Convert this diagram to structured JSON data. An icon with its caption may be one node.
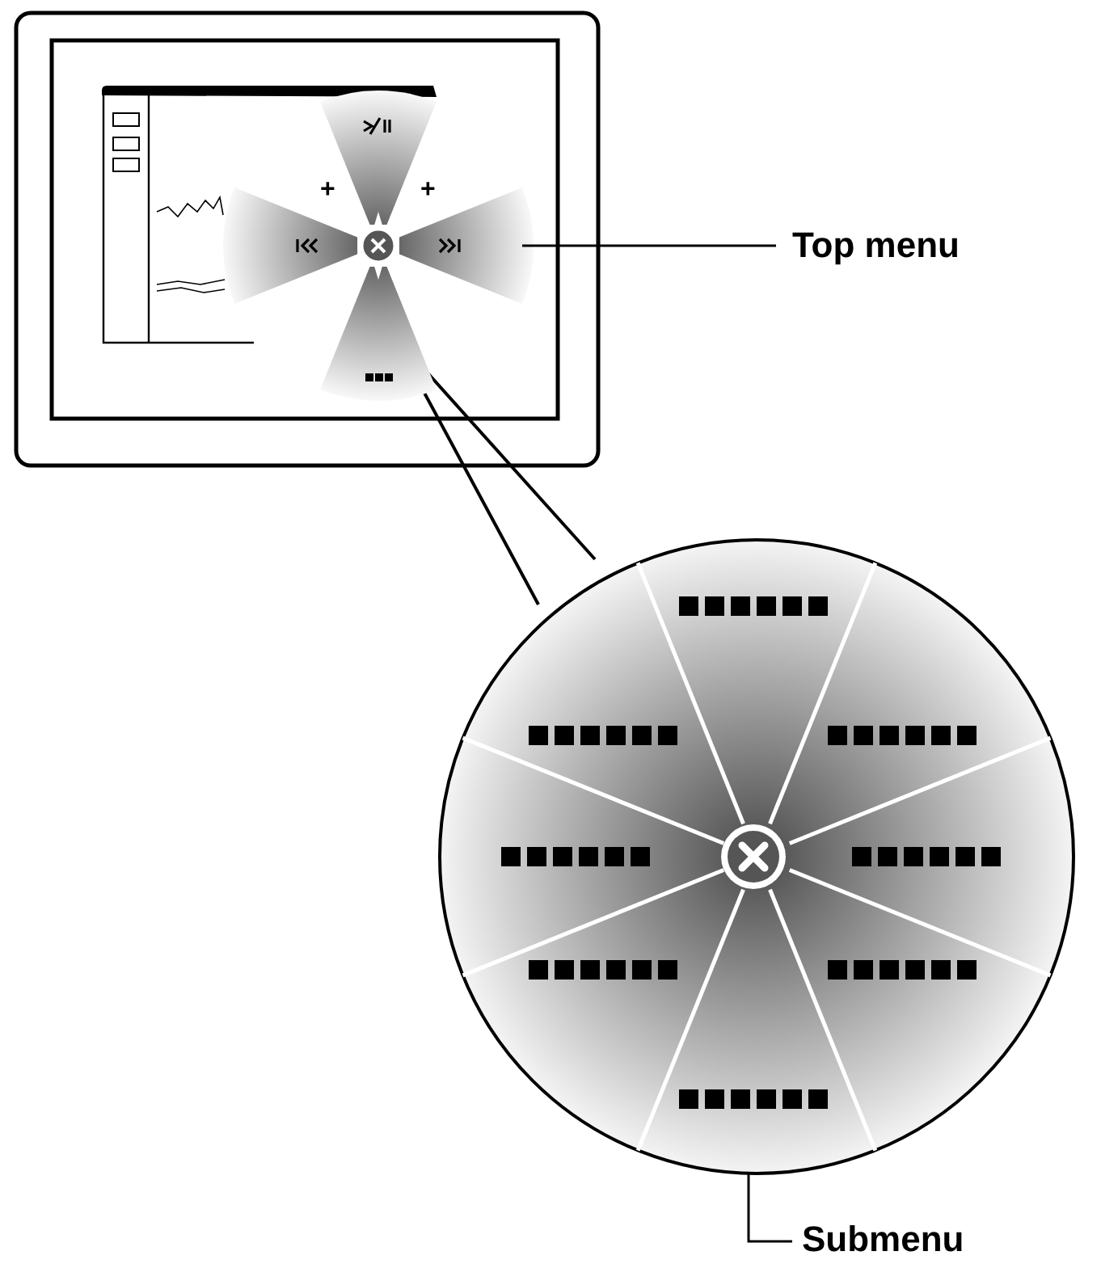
{
  "diagram": {
    "nodes": [
      {
        "text": [
          "Top menu"
        ]
      },
      {
        "text": [],
        "shape": "picture"
      },
      {
        "text": [
          "Submenu"
        ]
      },
      {
        "text": [],
        "shape": "circle"
      }
    ],
    "edges": [
      {
        "from": 0,
        "to": 1,
        "arrow": "none"
      },
      {
        "from": 2,
        "to": 3,
        "arrow": "none"
      }
    ],
    "labels": [
      "+",
      "+"
    ]
  }
}
